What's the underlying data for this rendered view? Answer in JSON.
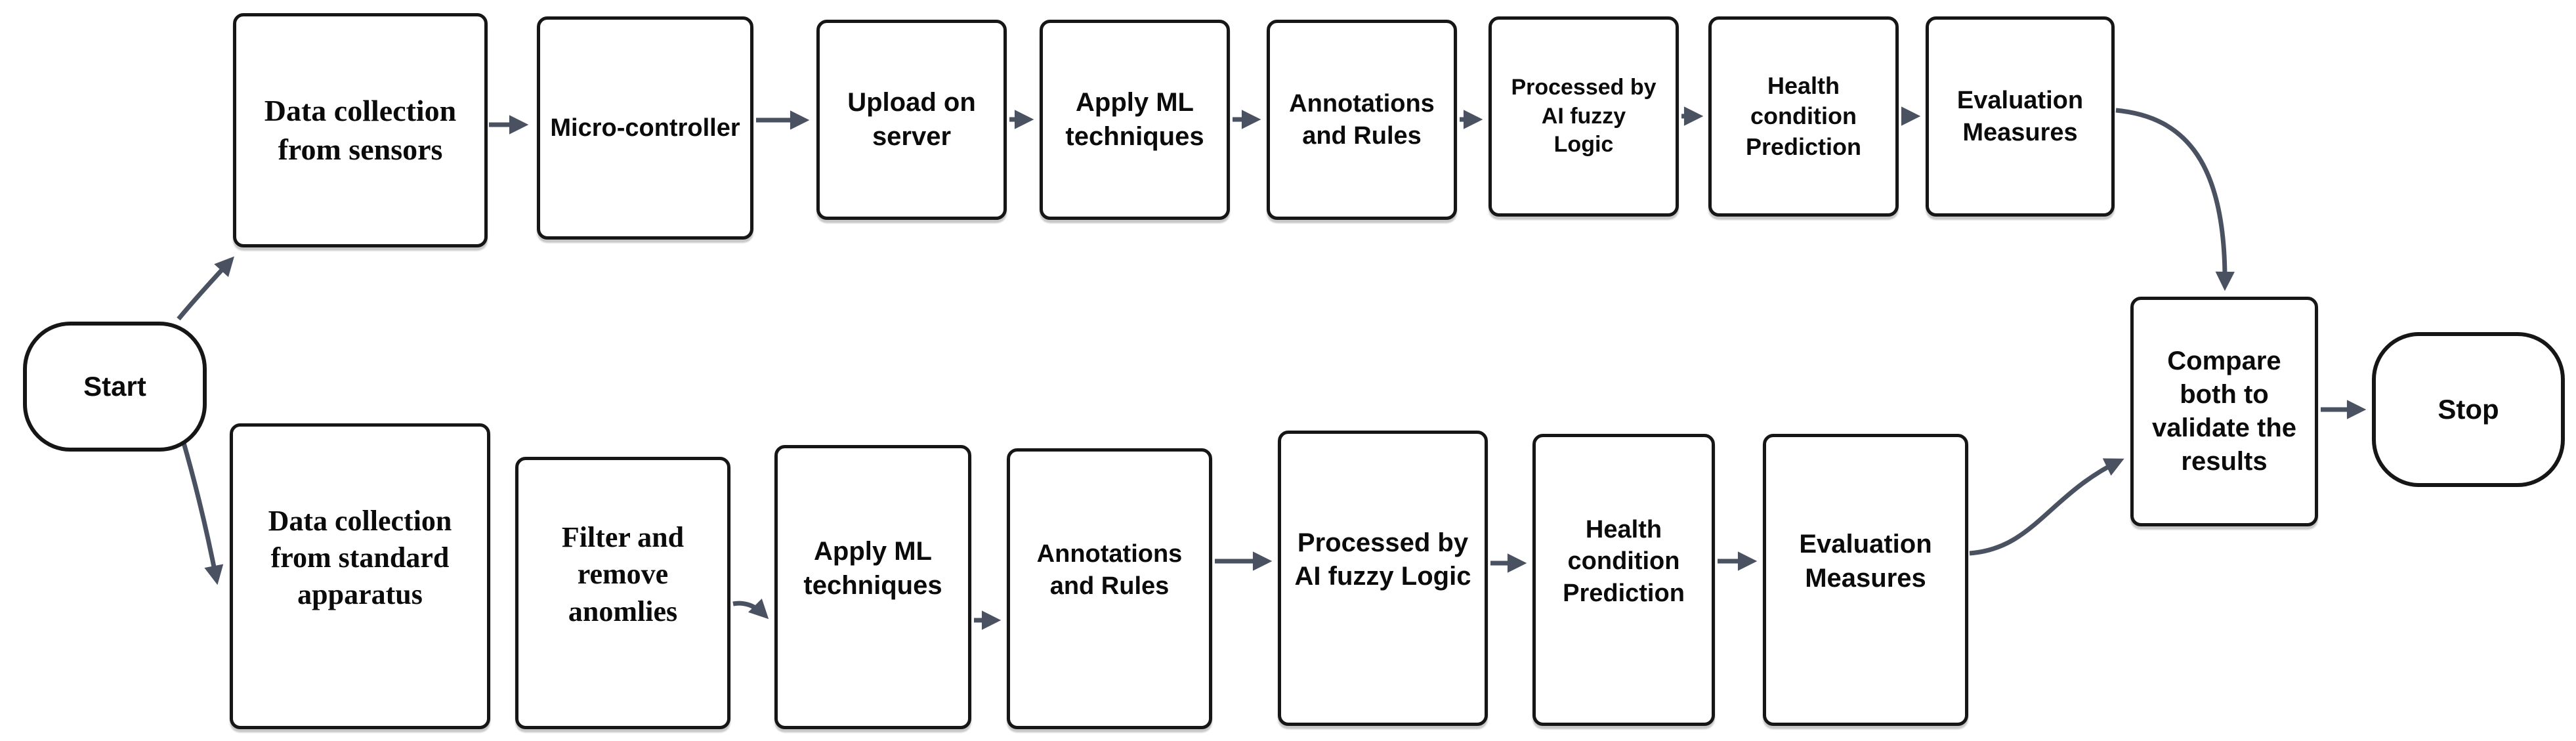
{
  "diagram": {
    "type": "flowchart",
    "colors": {
      "background": "#ffffff",
      "box_fill": "#ffffff",
      "box_border": "#161616",
      "arrow": "#4a5261",
      "text": "#0b0b0b"
    },
    "nodes": {
      "start": "Start",
      "stop": "Stop",
      "compare": "Compare\nboth to\nvalidate the\nresults",
      "top_row": [
        "Data collection\nfrom sensors",
        "Micro-controller",
        "Upload on\nserver",
        "Apply ML\ntechniques",
        "Annotations\nand Rules",
        "Processed by\nAI fuzzy\nLogic",
        "Health\ncondition\nPrediction",
        "Evaluation\nMeasures"
      ],
      "bottom_row": [
        "Data collection\nfrom standard\napparatus",
        "Filter and\nremove\nanomlies",
        "Apply ML\ntechniques",
        "Annotations\nand Rules",
        "Processed by\nAI fuzzy Logic",
        "Health\ncondition\nPrediction",
        "Evaluation\nMeasures"
      ]
    }
  }
}
